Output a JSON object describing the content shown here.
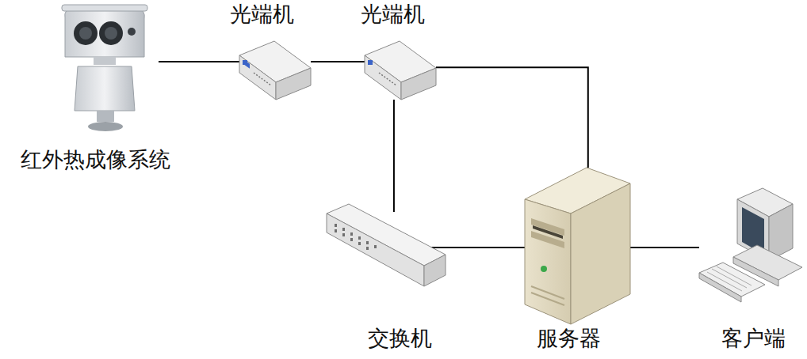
{
  "diagram": {
    "nodes": [
      {
        "text": [
          "红外热成像系统"
        ]
      },
      {
        "text": [
          "光端机"
        ]
      },
      {
        "text": [
          "光端机"
        ]
      },
      {
        "text": [
          "交换机"
        ]
      },
      {
        "text": [
          "服务器"
        ]
      },
      {
        "text": [
          "客户端"
        ]
      }
    ],
    "edges": [
      {
        "from": 0,
        "to": 1,
        "arrow": "none"
      },
      {
        "from": 1,
        "to": 2,
        "arrow": "none"
      },
      {
        "from": 2,
        "to": 4,
        "arrow": "none"
      },
      {
        "from": 2,
        "to": 3,
        "arrow": "none"
      },
      {
        "from": 3,
        "to": 4,
        "arrow": "none"
      },
      {
        "from": 4,
        "to": 5,
        "arrow": "none"
      }
    ]
  }
}
